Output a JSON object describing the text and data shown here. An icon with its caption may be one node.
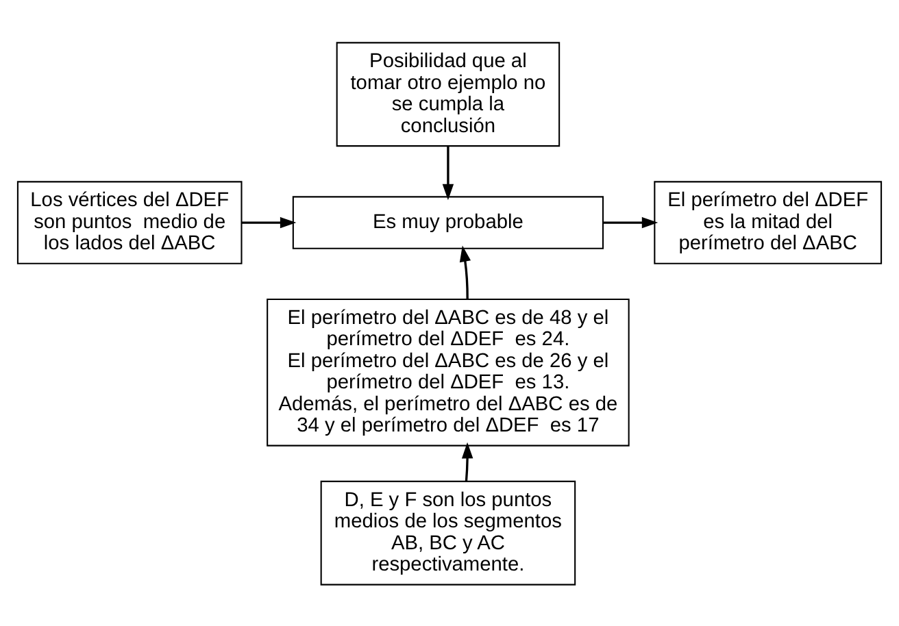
{
  "diagram": {
    "nodes": [
      {
        "text": [
          "Posibilidad que al tomar otro ejemplo no se cumpla la conclusión"
        ]
      },
      {
        "text": [
          "Los vértices del ΔDEF son puntos  medio de los lados del ΔABC"
        ]
      },
      {
        "text": [
          "Es muy probable"
        ]
      },
      {
        "text": [
          "El perímetro del ΔDEF es la mitad del perímetro del ΔABC"
        ]
      },
      {
        "text": [
          "El perímetro del ΔABC es de 48 y el perímetro del ΔDEF  es 24.",
          "El perímetro del ΔABC es de 26 y el perímetro del ΔDEF  es 13.",
          "Además, el perímetro del ΔABC es de 34 y el perímetro del ΔDEF  es 17"
        ]
      },
      {
        "text": [
          "D, E y F son los puntos medios de los segmentos AB, BC y AC respectivamente."
        ]
      }
    ],
    "edges": [
      {
        "from": 0,
        "to": 2,
        "arrow": "to"
      },
      {
        "from": 1,
        "to": 2,
        "arrow": "to"
      },
      {
        "from": 4,
        "to": 2,
        "arrow": "to"
      },
      {
        "from": 2,
        "to": 3,
        "arrow": "to"
      },
      {
        "from": 5,
        "to": 4,
        "arrow": "to"
      }
    ]
  }
}
